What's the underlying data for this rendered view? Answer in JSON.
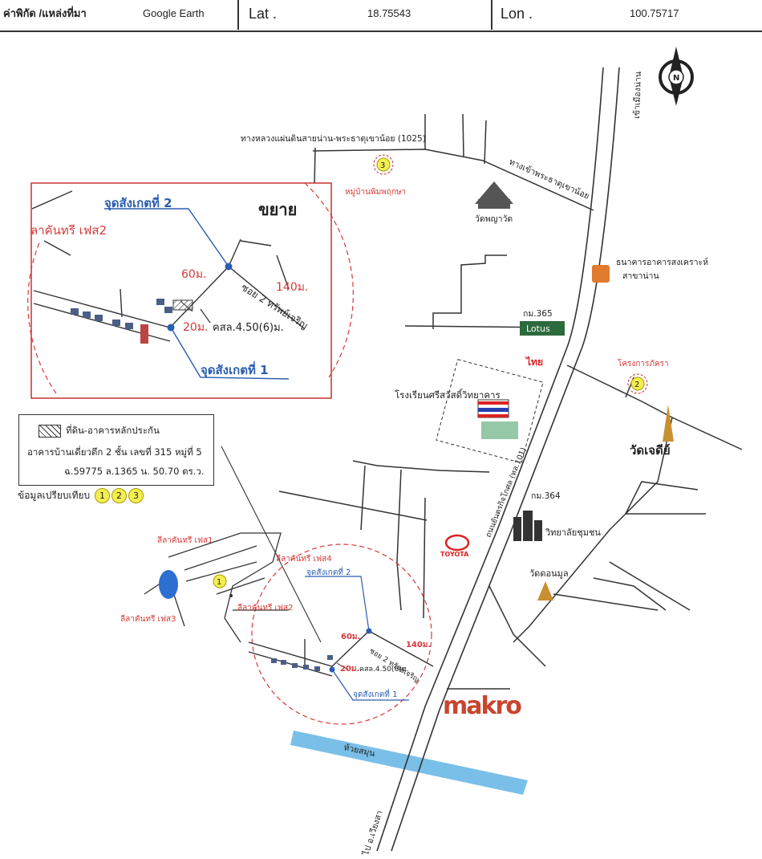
{
  "header": {
    "coord_label": "ค่าพิกัด /แหล่งที่มา",
    "source": "Google Earth",
    "lat_label": "Lat .",
    "lat_value": "18.75543",
    "lon_label": "Lon .",
    "lon_value": "100.75717"
  },
  "compass": {
    "letter": "N"
  },
  "roads": {
    "to_nan": "เข้าเมืองน่าน",
    "highway_1025": "ทางหลวงแผ่นดินสายน่าน-พระธาตุเขาน้อย (1025)",
    "to_phrathat": "ทางเข้าพระธาตุเขาน้อย",
    "main_road": "ถนนยันตรกิจโกศล (ทล.101)",
    "soi2": "ซอย 2 ทรัพย์เจริญ",
    "to_wiangsa": "ไป อ.เวียงสา",
    "creek": "ห้วยสมุน"
  },
  "landmarks": {
    "village": "หมู่บ้านพิมพฤกษา",
    "wat_phaya": "วัดพญาวัด",
    "bank_name": "ธนาคารอาคารสงเคราะห์",
    "bank_branch": "สาขาน่าน",
    "km365": "กม.365",
    "lotus": "Lotus",
    "thai_brand": "ไทย",
    "school": "โรงเรียนศรีสวัสดิ์วิทยาคาร",
    "project_pattara": "โครงการภัครา",
    "wat_chedi": "วัดเจดีย์",
    "km364": "กม.364",
    "college": "วิทยาลัยชุมชน",
    "toyota": "TOYOTA",
    "wat_don_mun": "วัดดอนมูล",
    "makro": "makro"
  },
  "projects": {
    "lila_phase1": "ลีลาคันทรี เฟส1",
    "lila_phase2": "ลีลาคันทรี เฟส2",
    "lila_phase3": "ลีลาคันทรี เฟส3",
    "lila_phase4": "ลีลาคันทรี เฟส4"
  },
  "observation": {
    "point1": "จุดสังเกตที่ 1",
    "point2": "จุดสังเกตที่ 2",
    "dist_60": "60ม.",
    "dist_140": "140ม.",
    "dist_20": "20ม.",
    "road_width": "คสล.4.50(6)ม."
  },
  "inset": {
    "title": "ขยาย",
    "phase2_label": "ลาคันทรี เฟส2"
  },
  "legend": {
    "symbol_label": "ที่ดิน-อาคารหลักประกัน",
    "line2": "อาคารบ้านเดี่ยวตึก 2 ชั้น เลขที่ 315 หมู่ที่ 5",
    "line3": "ฉ.59775  ล.1365  น. 50.70 ตร.ว.",
    "comparison_label": "ข้อมูลเปรียบเทียบ",
    "numbers": [
      "1",
      "2",
      "3"
    ]
  },
  "colors": {
    "road": "#333333",
    "red_label": "#d63a3a",
    "blue_label": "#2a5db0",
    "creek": "#6bb8e6",
    "comparison_fill": "#f4ef4f"
  }
}
